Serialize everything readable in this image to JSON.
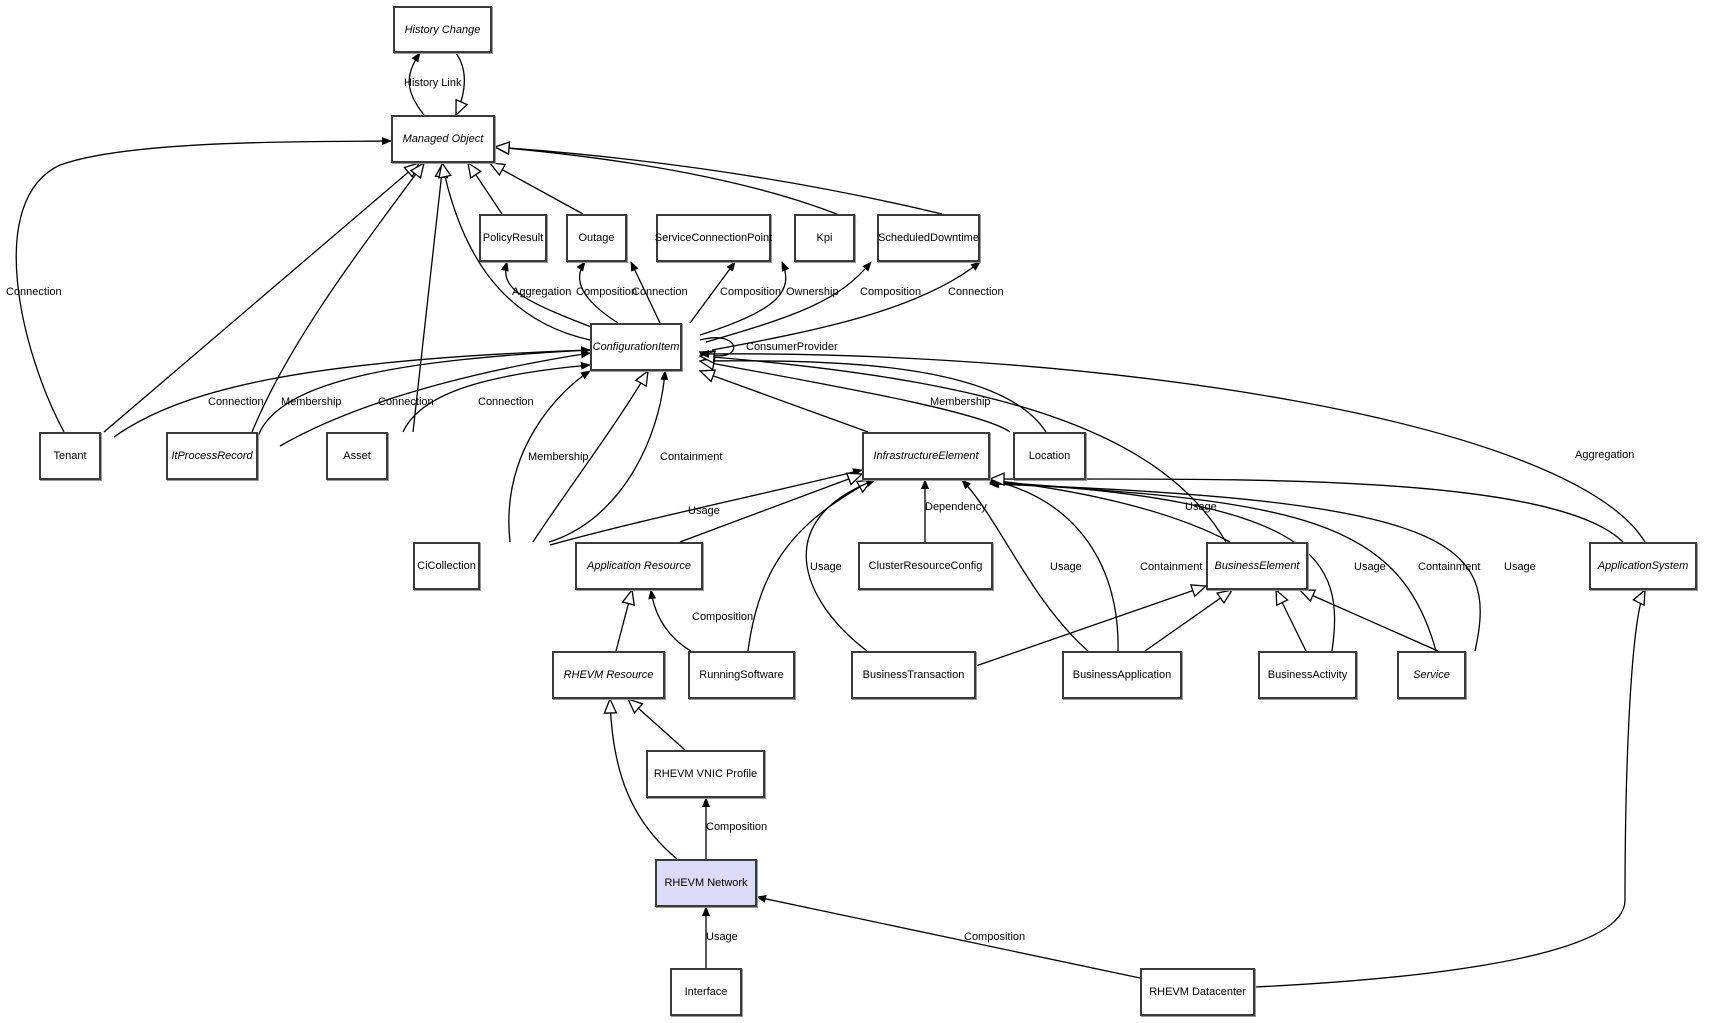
{
  "diagram": {
    "highlight_color": "#dcdcfa",
    "nodes": [
      {
        "id": "history_change",
        "label": "History Change",
        "abstract": true
      },
      {
        "id": "managed_object",
        "label": "Managed Object",
        "abstract": true
      },
      {
        "id": "policy_result",
        "label": "PolicyResult",
        "abstract": false
      },
      {
        "id": "outage",
        "label": "Outage",
        "abstract": false
      },
      {
        "id": "scp",
        "label": "ServiceConnectionPoint",
        "abstract": false
      },
      {
        "id": "kpi",
        "label": "Kpi",
        "abstract": false
      },
      {
        "id": "scheduled_downtime",
        "label": "ScheduledDowntime",
        "abstract": false
      },
      {
        "id": "configuration_item",
        "label": "ConfigurationItem",
        "abstract": true
      },
      {
        "id": "tenant",
        "label": "Tenant",
        "abstract": false
      },
      {
        "id": "it_process_record",
        "label": "ItProcessRecord",
        "abstract": true
      },
      {
        "id": "asset",
        "label": "Asset",
        "abstract": false
      },
      {
        "id": "infrastructure_element",
        "label": "InfrastructureElement",
        "abstract": true
      },
      {
        "id": "location",
        "label": "Location",
        "abstract": false
      },
      {
        "id": "ci_collection",
        "label": "CiCollection",
        "abstract": false
      },
      {
        "id": "application_resource",
        "label": "Application Resource",
        "abstract": true
      },
      {
        "id": "cluster_resource_config",
        "label": "ClusterResourceConfig",
        "abstract": false
      },
      {
        "id": "business_element",
        "label": "BusinessElement",
        "abstract": true
      },
      {
        "id": "application_system",
        "label": "ApplicationSystem",
        "abstract": true
      },
      {
        "id": "rhevm_resource",
        "label": "RHEVM Resource",
        "abstract": true
      },
      {
        "id": "running_software",
        "label": "RunningSoftware",
        "abstract": false
      },
      {
        "id": "business_transaction",
        "label": "BusinessTransaction",
        "abstract": false
      },
      {
        "id": "business_application",
        "label": "BusinessApplication",
        "abstract": false
      },
      {
        "id": "business_activity",
        "label": "BusinessActivity",
        "abstract": false
      },
      {
        "id": "service",
        "label": "Service",
        "abstract": true
      },
      {
        "id": "rhevm_vnic_profile",
        "label": "RHEVM VNIC Profile",
        "abstract": false
      },
      {
        "id": "rhevm_network",
        "label": "RHEVM Network",
        "abstract": false,
        "highlighted": true
      },
      {
        "id": "interface",
        "label": "Interface",
        "abstract": false
      },
      {
        "id": "rhevm_datacenter",
        "label": "RHEVM Datacenter",
        "abstract": false
      }
    ],
    "edges": [
      {
        "from": "managed_object",
        "to": "history_change",
        "kind": "association",
        "label": "History Link"
      },
      {
        "from": "history_change",
        "to": "managed_object",
        "kind": "inheritance",
        "label": ""
      },
      {
        "from": "tenant",
        "to": "managed_object",
        "kind": "association",
        "label": "Connection"
      },
      {
        "from": "tenant",
        "to": "managed_object",
        "kind": "inheritance",
        "label": ""
      },
      {
        "from": "it_process_record",
        "to": "managed_object",
        "kind": "inheritance",
        "label": ""
      },
      {
        "from": "asset",
        "to": "managed_object",
        "kind": "inheritance",
        "label": ""
      },
      {
        "from": "configuration_item",
        "to": "managed_object",
        "kind": "inheritance",
        "label": ""
      },
      {
        "from": "policy_result",
        "to": "managed_object",
        "kind": "inheritance",
        "label": ""
      },
      {
        "from": "outage",
        "to": "managed_object",
        "kind": "inheritance",
        "label": ""
      },
      {
        "from": "kpi",
        "to": "managed_object",
        "kind": "inheritance",
        "label": ""
      },
      {
        "from": "scheduled_downtime",
        "to": "managed_object",
        "kind": "inheritance",
        "label": ""
      },
      {
        "from": "configuration_item",
        "to": "policy_result",
        "kind": "association",
        "label": "Aggregation"
      },
      {
        "from": "configuration_item",
        "to": "outage",
        "kind": "association",
        "label": "Composition"
      },
      {
        "from": "configuration_item",
        "to": "outage",
        "kind": "association",
        "label": "Connection"
      },
      {
        "from": "configuration_item",
        "to": "scp",
        "kind": "association",
        "label": "Composition"
      },
      {
        "from": "configuration_item",
        "to": "scp",
        "kind": "association",
        "label": "Ownership"
      },
      {
        "from": "configuration_item",
        "to": "kpi",
        "kind": "association",
        "label": "Composition"
      },
      {
        "from": "configuration_item",
        "to": "scheduled_downtime",
        "kind": "association",
        "label": "Connection"
      },
      {
        "from": "configuration_item",
        "to": "configuration_item",
        "kind": "inheritance",
        "label": "ConsumerProvider"
      },
      {
        "from": "tenant",
        "to": "configuration_item",
        "kind": "association",
        "label": "Connection"
      },
      {
        "from": "it_process_record",
        "to": "configuration_item",
        "kind": "association",
        "label": "Membership"
      },
      {
        "from": "it_process_record",
        "to": "configuration_item",
        "kind": "association",
        "label": "Connection"
      },
      {
        "from": "asset",
        "to": "configuration_item",
        "kind": "association",
        "label": "Connection"
      },
      {
        "from": "ci_collection",
        "to": "configuration_item",
        "kind": "association",
        "label": "Membership"
      },
      {
        "from": "ci_collection",
        "to": "configuration_item",
        "kind": "inheritance",
        "label": ""
      },
      {
        "from": "ci_collection",
        "to": "configuration_item",
        "kind": "association",
        "label": "Containment"
      },
      {
        "from": "infrastructure_element",
        "to": "configuration_item",
        "kind": "inheritance",
        "label": ""
      },
      {
        "from": "location",
        "to": "configuration_item",
        "kind": "association",
        "label": "Membership"
      },
      {
        "from": "location",
        "to": "configuration_item",
        "kind": "inheritance",
        "label": ""
      },
      {
        "from": "business_element",
        "to": "configuration_item",
        "kind": "inheritance",
        "label": ""
      },
      {
        "from": "application_system",
        "to": "configuration_item",
        "kind": "association",
        "label": "Aggregation"
      },
      {
        "from": "ci_collection",
        "to": "infrastructure_element",
        "kind": "association",
        "label": "Usage"
      },
      {
        "from": "application_resource",
        "to": "infrastructure_element",
        "kind": "inheritance",
        "label": ""
      },
      {
        "from": "running_software",
        "to": "infrastructure_element",
        "kind": "inheritance",
        "label": ""
      },
      {
        "from": "business_transaction",
        "to": "infrastructure_element",
        "kind": "association",
        "label": "Usage"
      },
      {
        "from": "cluster_resource_config",
        "to": "infrastructure_element",
        "kind": "association",
        "label": "Dependency"
      },
      {
        "from": "business_application",
        "to": "infrastructure_element",
        "kind": "association",
        "label": "Usage"
      },
      {
        "from": "business_application",
        "to": "infrastructure_element",
        "kind": "association",
        "label": "Containment"
      },
      {
        "from": "business_element",
        "to": "infrastructure_element",
        "kind": "association",
        "label": "Usage"
      },
      {
        "from": "business_activity",
        "to": "infrastructure_element",
        "kind": "association",
        "label": "Usage"
      },
      {
        "from": "service",
        "to": "infrastructure_element",
        "kind": "association",
        "label": "Containment"
      },
      {
        "from": "service",
        "to": "infrastructure_element",
        "kind": "association",
        "label": "Usage"
      },
      {
        "from": "application_system",
        "to": "infrastructure_element",
        "kind": "inheritance",
        "label": ""
      },
      {
        "from": "business_transaction",
        "to": "business_element",
        "kind": "inheritance",
        "label": ""
      },
      {
        "from": "business_application",
        "to": "business_element",
        "kind": "inheritance",
        "label": ""
      },
      {
        "from": "business_activity",
        "to": "business_element",
        "kind": "inheritance",
        "label": ""
      },
      {
        "from": "service",
        "to": "business_element",
        "kind": "inheritance",
        "label": ""
      },
      {
        "from": "rhevm_resource",
        "to": "application_resource",
        "kind": "inheritance",
        "label": ""
      },
      {
        "from": "running_software",
        "to": "application_resource",
        "kind": "association",
        "label": "Composition"
      },
      {
        "from": "rhevm_vnic_profile",
        "to": "rhevm_resource",
        "kind": "inheritance",
        "label": ""
      },
      {
        "from": "rhevm_network",
        "to": "rhevm_resource",
        "kind": "inheritance",
        "label": ""
      },
      {
        "from": "rhevm_network",
        "to": "rhevm_vnic_profile",
        "kind": "association",
        "label": "Composition"
      },
      {
        "from": "interface",
        "to": "rhevm_network",
        "kind": "association",
        "label": "Usage"
      },
      {
        "from": "rhevm_datacenter",
        "to": "rhevm_network",
        "kind": "association",
        "label": "Composition"
      },
      {
        "from": "rhevm_datacenter",
        "to": "application_system",
        "kind": "inheritance",
        "label": ""
      }
    ]
  }
}
